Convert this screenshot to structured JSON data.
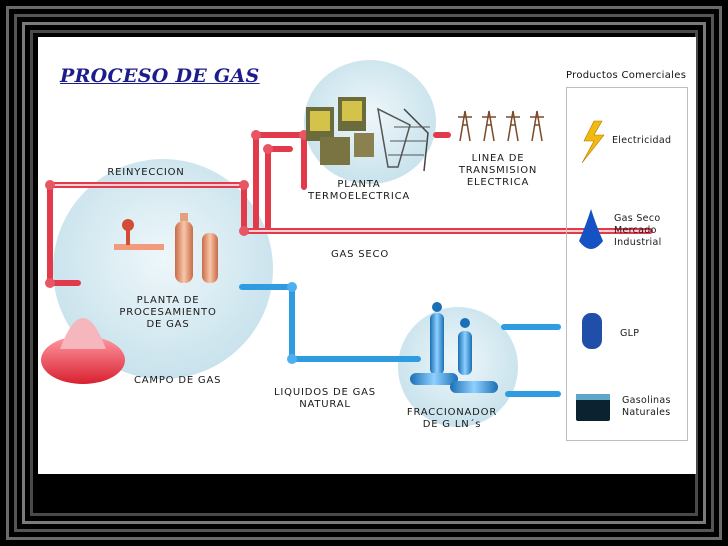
{
  "title": "PROCESO DE GAS",
  "labels": {
    "reinyeccion": "REINYECCION",
    "planta_termoelectrica": "PLANTA\nTERMOELECTRICA",
    "linea_transmision": "LINEA DE\nTRANSMISION\nELECTRICA",
    "gas_seco": "GAS SECO",
    "planta_procesamiento": "PLANTA DE\nPROCESAMIENTO\nDE GAS",
    "campo_de_gas": "CAMPO DE GAS",
    "liquidos_gas_natural": "LIQUIDOS DE GAS\nNATURAL",
    "fraccionador": "FRACCIONADOR\nDE G LN´s"
  },
  "products": {
    "title": "Productos Comerciales",
    "items": [
      {
        "label": "Electricidad",
        "icon": "lightning-icon"
      },
      {
        "label": "Gas Seco\nMercado\nIndustrial",
        "icon": "gas-drop-icon"
      },
      {
        "label": "GLP",
        "icon": "glp-tank-icon"
      },
      {
        "label": "Gasolinas\nNaturales",
        "icon": "gasoline-container-icon"
      }
    ]
  },
  "colors": {
    "red_pipe": "#e23a4a",
    "blue_pipe": "#2f9be0",
    "title": "#1c1c8c",
    "background_circle": "#cfe6ef"
  }
}
